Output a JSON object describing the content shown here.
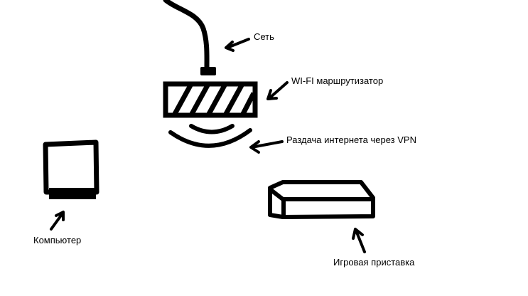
{
  "labels": {
    "network": "Сеть",
    "router": "WI-FI маршрутизатор",
    "vpn_broadcast": "Раздача интернета через VPN",
    "computer": "Компьютер",
    "game_console": "Игровая приставка"
  },
  "colors": {
    "ink": "#000000",
    "background": "#ffffff"
  }
}
